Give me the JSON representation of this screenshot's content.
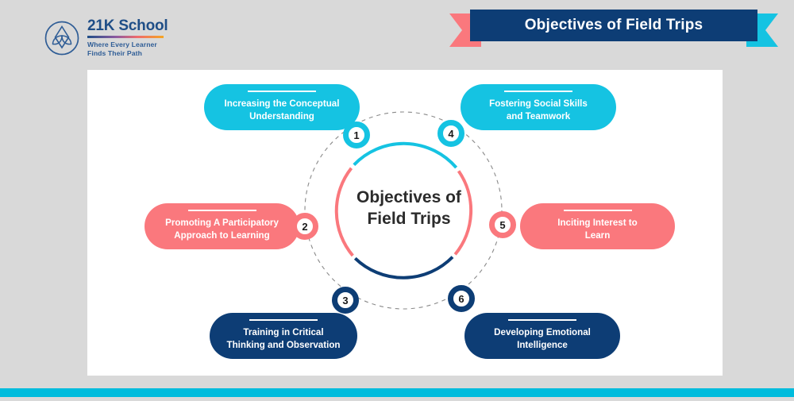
{
  "page": {
    "background_color": "#d9d9d9",
    "panel_color": "#ffffff",
    "bottom_strip_color": "#00bcdd"
  },
  "brand": {
    "logo_icon": "lotus-circle-icon",
    "name": "21K School",
    "tagline_line1": "Where Every Learner",
    "tagline_line2": "Finds Their Path",
    "name_color": "#1f4e87"
  },
  "header": {
    "title": "Objectives of Field Trips",
    "plate_color": "#0d3d75",
    "tail_left_color": "#fa787d",
    "tail_right_color": "#15c3e2",
    "title_color": "#ffffff"
  },
  "center": {
    "line1": "Objectives of",
    "line2": "Field Trips",
    "text_color": "#2b2b2b",
    "ring_segments": [
      {
        "name": "top-arc",
        "color": "#15c3e2"
      },
      {
        "name": "left-arc",
        "color": "#fa787d"
      },
      {
        "name": "right-arc",
        "color": "#fa787d"
      },
      {
        "name": "bottom-arc",
        "color": "#0d3d75"
      }
    ],
    "dashed_guide_color": "#8a8a8a"
  },
  "palette": {
    "cyan": "#15c3e2",
    "pink": "#fa787d",
    "navy": "#0d3d75",
    "white": "#ffffff"
  },
  "objectives": [
    {
      "number": "1",
      "label": "Increasing the Conceptual\nUnderstanding",
      "color": "#15c3e2",
      "color_name": "cyan",
      "position": "top-left"
    },
    {
      "number": "2",
      "label": "Promoting A Participatory\nApproach to Learning",
      "color": "#fa787d",
      "color_name": "pink",
      "position": "middle-left"
    },
    {
      "number": "3",
      "label": "Training in Critical\nThinking and Observation",
      "color": "#0d3d75",
      "color_name": "navy",
      "position": "bottom-left"
    },
    {
      "number": "4",
      "label": "Fostering Social Skills\nand Teamwork",
      "color": "#15c3e2",
      "color_name": "cyan",
      "position": "top-right"
    },
    {
      "number": "5",
      "label": "Inciting Interest to\nLearn",
      "color": "#fa787d",
      "color_name": "pink",
      "position": "middle-right"
    },
    {
      "number": "6",
      "label": "Developing Emotional\nIntelligence",
      "color": "#0d3d75",
      "color_name": "navy",
      "position": "bottom-right"
    }
  ]
}
